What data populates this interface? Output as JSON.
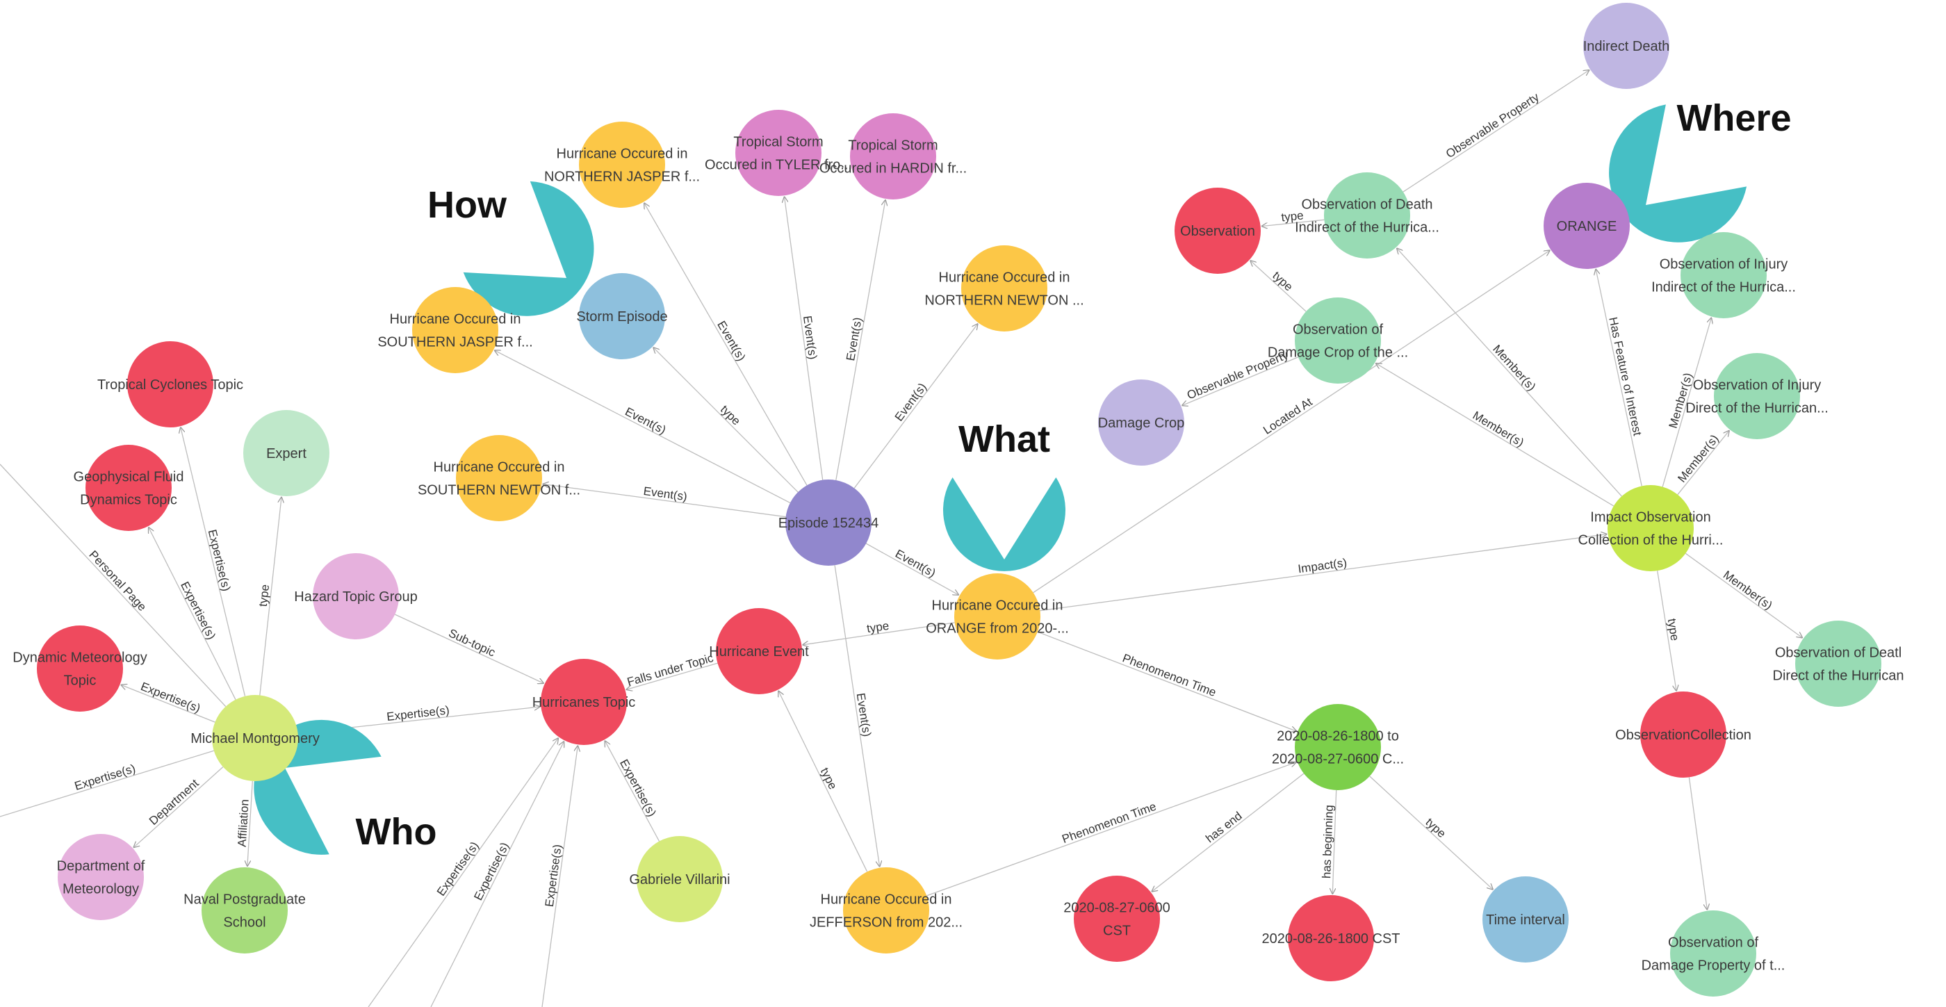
{
  "colors": {
    "red": "#ef4a5e",
    "orange": "#fcc747",
    "pink": "#dc85c9",
    "blue": "#8ec0dd",
    "purple": "#9187cd",
    "lightpurple": "#bfb6e2",
    "violet": "#b67dcc",
    "mint": "#98dbb4",
    "lightgreen": "#bfe8ca",
    "lime": "#c5e64a",
    "lime2": "#d5ea7a",
    "green": "#7ccf4a",
    "lightpink": "#e6b1dd",
    "green2": "#a6dc7b",
    "teal": "#46bfc5"
  },
  "callouts": [
    {
      "id": "how",
      "label": "How"
    },
    {
      "id": "what",
      "label": "What"
    },
    {
      "id": "where",
      "label": "Where"
    },
    {
      "id": "who",
      "label": "Who"
    }
  ],
  "nodes": [
    {
      "id": "indirect-death",
      "label": [
        "Indirect Death"
      ],
      "color": "lightpurple"
    },
    {
      "id": "tropical-tyler",
      "label": [
        "Tropical Storm",
        "Occured in TYLER fro..."
      ],
      "color": "pink"
    },
    {
      "id": "tropical-hardin",
      "label": [
        "Tropical Storm",
        "Occured in HARDIN fr..."
      ],
      "color": "pink"
    },
    {
      "id": "hurricane-n-jasper",
      "label": [
        "Hurricane Occured in",
        "NORTHERN JASPER f..."
      ],
      "color": "orange"
    },
    {
      "id": "hurricane-n-newton",
      "label": [
        "Hurricane Occured in",
        "NORTHERN NEWTON ..."
      ],
      "color": "orange"
    },
    {
      "id": "hurricane-s-jasper",
      "label": [
        "Hurricane Occured in",
        "SOUTHERN JASPER f..."
      ],
      "color": "orange"
    },
    {
      "id": "storm-episode",
      "label": [
        "Storm Episode"
      ],
      "color": "blue"
    },
    {
      "id": "hurricane-s-newton",
      "label": [
        "Hurricane Occured in",
        "SOUTHERN NEWTON f..."
      ],
      "color": "orange"
    },
    {
      "id": "episode",
      "label": [
        "Episode 152434"
      ],
      "color": "purple"
    },
    {
      "id": "observation",
      "label": [
        "Observation"
      ],
      "color": "red"
    },
    {
      "id": "obs-death-indirect",
      "label": [
        "Observation of Death",
        "Indirect of the Hurrica..."
      ],
      "color": "mint"
    },
    {
      "id": "orange-county",
      "label": [
        "ORANGE"
      ],
      "color": "violet"
    },
    {
      "id": "obs-damage-crop",
      "label": [
        "Observation of",
        "Damage Crop of the ..."
      ],
      "color": "mint"
    },
    {
      "id": "damage-crop",
      "label": [
        "Damage Crop"
      ],
      "color": "lightpurple"
    },
    {
      "id": "obs-injury-indirect",
      "label": [
        "Observation of Injury",
        "Indirect of the Hurrica..."
      ],
      "color": "mint"
    },
    {
      "id": "obs-injury-direct",
      "label": [
        "Observation of Injury",
        "Direct of the Hurrican..."
      ],
      "color": "mint"
    },
    {
      "id": "impact-collection",
      "label": [
        "Impact Observation",
        "Collection of the Hurri..."
      ],
      "color": "lime"
    },
    {
      "id": "obs-death-direct",
      "label": [
        "Observation of Deatl",
        "Direct of the Hurrican"
      ],
      "color": "mint"
    },
    {
      "id": "observation-collection",
      "label": [
        "ObservationCollection"
      ],
      "color": "red"
    },
    {
      "id": "obs-damage-property",
      "label": [
        "Observation of",
        "Damage Property of t..."
      ],
      "color": "mint"
    },
    {
      "id": "hurricane-orange",
      "label": [
        "Hurricane Occured in",
        "ORANGE from 2020-..."
      ],
      "color": "orange"
    },
    {
      "id": "hurricane-event",
      "label": [
        "Hurricane Event"
      ],
      "color": "red"
    },
    {
      "id": "hurricanes-topic",
      "label": [
        "Hurricanes Topic"
      ],
      "color": "red"
    },
    {
      "id": "hazard-topic-group",
      "label": [
        "Hazard Topic Group"
      ],
      "color": "lightpink"
    },
    {
      "id": "gabriele",
      "label": [
        "Gabriele Villarini"
      ],
      "color": "lime2"
    },
    {
      "id": "hurricane-jefferson",
      "label": [
        "Hurricane Occured in",
        "JEFFERSON from 202..."
      ],
      "color": "orange"
    },
    {
      "id": "time-range",
      "label": [
        "2020-08-26-1800 to",
        "2020-08-27-0600 C..."
      ],
      "color": "green"
    },
    {
      "id": "time-end",
      "label": [
        "2020-08-27-0600",
        "CST"
      ],
      "color": "red"
    },
    {
      "id": "time-begin",
      "label": [
        "2020-08-26-1800 CST"
      ],
      "color": "red"
    },
    {
      "id": "time-interval",
      "label": [
        "Time interval"
      ],
      "color": "blue"
    },
    {
      "id": "tropical-cyclones",
      "label": [
        "Tropical Cyclones Topic"
      ],
      "color": "red"
    },
    {
      "id": "geophysical",
      "label": [
        "Geophysical Fluid",
        "Dynamics Topic"
      ],
      "color": "red"
    },
    {
      "id": "expert",
      "label": [
        "Expert"
      ],
      "color": "lightgreen"
    },
    {
      "id": "dynamic-met",
      "label": [
        "Dynamic Meteorology",
        "Topic"
      ],
      "color": "red"
    },
    {
      "id": "michael",
      "label": [
        "Michael Montgomery"
      ],
      "color": "lime2"
    },
    {
      "id": "dept-met",
      "label": [
        "Department of",
        "Meteorology"
      ],
      "color": "lightpink"
    },
    {
      "id": "naval",
      "label": [
        "Naval Postgraduate",
        "School"
      ],
      "color": "green2"
    }
  ],
  "edges": [
    {
      "from": "episode",
      "to": "hurricane-n-jasper",
      "label": "Event(s)"
    },
    {
      "from": "episode",
      "to": "tropical-tyler",
      "label": "Event(s)"
    },
    {
      "from": "episode",
      "to": "tropical-hardin",
      "label": "Event(s)"
    },
    {
      "from": "episode",
      "to": "hurricane-n-newton",
      "label": "Event(s)"
    },
    {
      "from": "episode",
      "to": "hurricane-s-jasper",
      "label": "Event(s)"
    },
    {
      "from": "episode",
      "to": "storm-episode",
      "label": "type"
    },
    {
      "from": "episode",
      "to": "hurricane-s-newton",
      "label": "Event(s)"
    },
    {
      "from": "episode",
      "to": "hurricane-orange",
      "label": "Event(s)"
    },
    {
      "from": "episode",
      "to": "hurricane-jefferson",
      "label": "Event(s)"
    },
    {
      "from": "hurricane-orange",
      "to": "hurricane-event",
      "label": "type"
    },
    {
      "from": "hurricane-orange",
      "to": "impact-collection",
      "label": "Impact(s)"
    },
    {
      "from": "hurricane-orange",
      "to": "time-range",
      "label": "Phenomenon Time"
    },
    {
      "from": "hurricane-orange",
      "to": "orange-county",
      "label": "Located At"
    },
    {
      "from": "hurricane-jefferson",
      "to": "hurricane-event",
      "label": "type"
    },
    {
      "from": "hurricane-jefferson",
      "to": "time-range",
      "label": "Phenomenon Time"
    },
    {
      "from": "hurricane-event",
      "to": "hurricanes-topic",
      "label": "Falls under Topic"
    },
    {
      "from": "hazard-topic-group",
      "to": "hurricanes-topic",
      "label": "Sub-topic"
    },
    {
      "from": "gabriele",
      "to": "hurricanes-topic",
      "label": "Expertise(s)"
    },
    {
      "from": "michael",
      "to": "hurricanes-topic",
      "label": "Expertise(s)"
    },
    {
      "from": "michael",
      "to": "tropical-cyclones",
      "label": "Expertise(s)"
    },
    {
      "from": "michael",
      "to": "geophysical",
      "label": "Expertise(s)"
    },
    {
      "from": "michael",
      "to": "expert",
      "label": "type"
    },
    {
      "from": "michael",
      "to": "dynamic-met",
      "label": "Expertise(s)"
    },
    {
      "from": "michael",
      "to": "dept-met",
      "label": "Department"
    },
    {
      "from": "michael",
      "to": "naval",
      "label": "Affiliation"
    },
    {
      "from": "time-range",
      "to": "time-end",
      "label": "has end"
    },
    {
      "from": "time-range",
      "to": "time-begin",
      "label": "has beginning"
    },
    {
      "from": "time-range",
      "to": "time-interval",
      "label": "type"
    },
    {
      "from": "impact-collection",
      "to": "obs-death-indirect",
      "label": "Member(s)"
    },
    {
      "from": "impact-collection",
      "to": "obs-damage-crop",
      "label": "Member(s)"
    },
    {
      "from": "impact-collection",
      "to": "orange-county",
      "label": "Has Feature of Interest"
    },
    {
      "from": "impact-collection",
      "to": "obs-injury-indirect",
      "label": "Member(s)"
    },
    {
      "from": "impact-collection",
      "to": "obs-injury-direct",
      "label": "Member(s)"
    },
    {
      "from": "impact-collection",
      "to": "obs-death-direct",
      "label": "Member(s)"
    },
    {
      "from": "impact-collection",
      "to": "observation-collection",
      "label": "type"
    },
    {
      "from": "observation-collection",
      "to": "obs-damage-property",
      "label": ""
    },
    {
      "from": "obs-death-indirect",
      "to": "indirect-death",
      "label": "Observable Property"
    },
    {
      "from": "obs-death-indirect",
      "to": "observation",
      "label": "type"
    },
    {
      "from": "obs-damage-crop",
      "to": "observation",
      "label": "type"
    },
    {
      "from": "obs-damage-crop",
      "to": "damage-crop",
      "label": "Observable Property"
    },
    {
      "from": "michael",
      "to": "offscreen-personal-page",
      "label": "Personal Page"
    },
    {
      "from": "michael",
      "to": "offscreen-left",
      "label": "Expertise(s)"
    },
    {
      "from": "offscreen-bottom-1",
      "to": "hurricanes-topic",
      "label": "Expertise(s)"
    },
    {
      "from": "offscreen-bottom-2",
      "to": "hurricanes-topic",
      "label": "Expertise(s)"
    },
    {
      "from": "offscreen-bottom-3",
      "to": "hurricanes-topic",
      "label": "Expertise(s)"
    }
  ]
}
